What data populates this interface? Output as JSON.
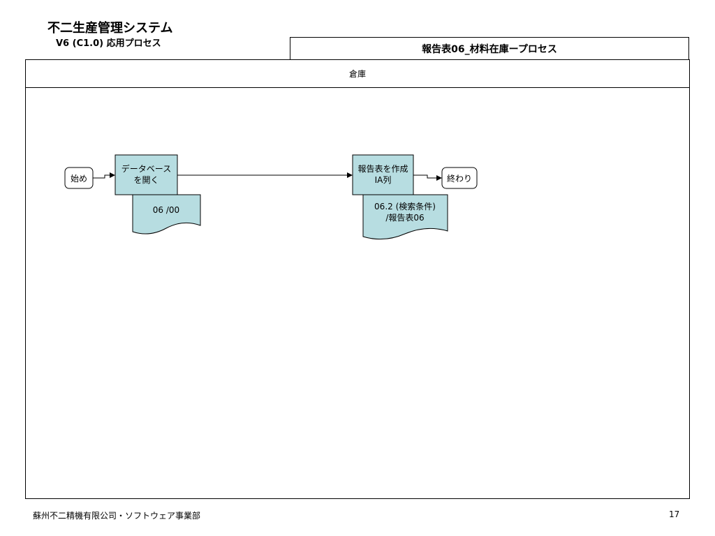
{
  "header": {
    "system_title": "不二生産管理システム",
    "version_line": "V6 (C1.0) 応用プロセス",
    "report_title": "報告表06_材料在庫ープロセス"
  },
  "lane": {
    "name": "倉庫"
  },
  "flow": {
    "start": "始め",
    "step1": {
      "line1": "データベース",
      "line2": "を開く"
    },
    "doc1": "06 /00",
    "step2": {
      "line1": "報告表を作成",
      "line2": "IA列"
    },
    "doc2": {
      "line1": "06.2 (検索条件)",
      "line2": "/報告表06"
    },
    "end": "終わり"
  },
  "colors": {
    "process_fill": "#b7dde1",
    "stroke": "#000000"
  },
  "footer": {
    "company": "蘇州不二精機有限公司・ソフトウェア事業部",
    "page_number": "17"
  }
}
